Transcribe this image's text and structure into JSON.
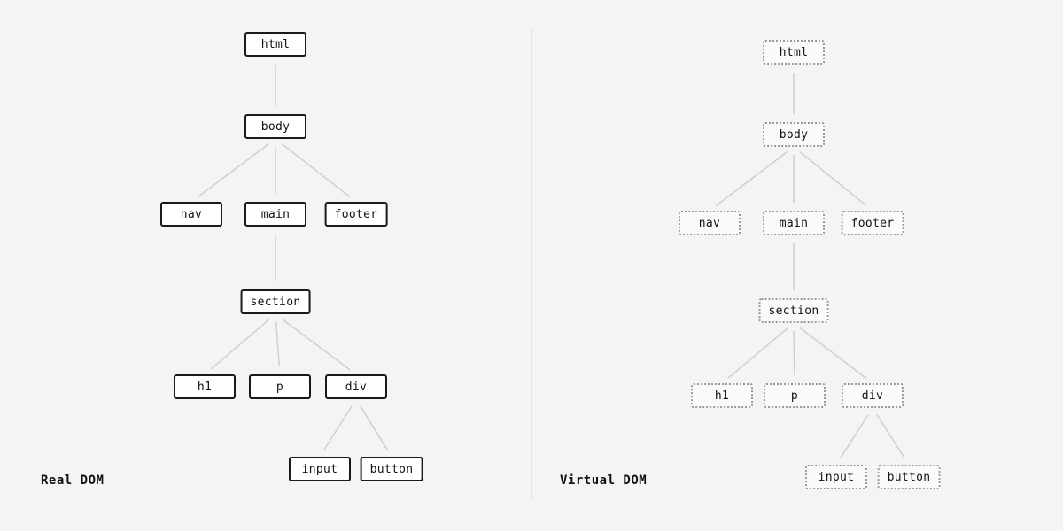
{
  "real_dom": {
    "title": "Real DOM",
    "border_style": "solid",
    "nodes": {
      "html": "html",
      "body": "body",
      "nav": "nav",
      "main": "main",
      "footer": "footer",
      "section": "section",
      "h1": "h1",
      "p": "p",
      "div": "div",
      "input": "input",
      "button": "button"
    }
  },
  "virtual_dom": {
    "title": "Virtual DOM",
    "border_style": "dotted",
    "nodes": {
      "html": "html",
      "body": "body",
      "nav": "nav",
      "main": "main",
      "footer": "footer",
      "section": "section",
      "h1": "h1",
      "p": "p",
      "div": "div",
      "input": "input",
      "button": "button"
    }
  },
  "edges": [
    [
      "html",
      "body"
    ],
    [
      "body",
      "nav"
    ],
    [
      "body",
      "main"
    ],
    [
      "body",
      "footer"
    ],
    [
      "main",
      "section"
    ],
    [
      "section",
      "h1"
    ],
    [
      "section",
      "p"
    ],
    [
      "section",
      "div"
    ],
    [
      "div",
      "input"
    ],
    [
      "div",
      "button"
    ]
  ],
  "colors": {
    "background": "#f4f4f5",
    "solid_border": "#1a1a1a",
    "dotted_border": "#999999",
    "node_fill_real": "#ffffff",
    "node_fill_virtual": "#fafafa",
    "connector": "#cfcfcf",
    "divider": "#e3e3e3",
    "text": "#111111"
  }
}
